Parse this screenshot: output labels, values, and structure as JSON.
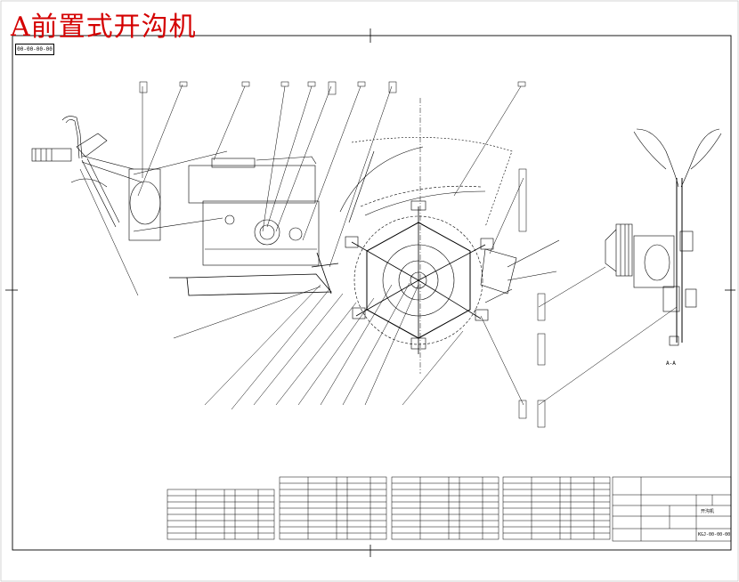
{
  "title": "A前置式开沟机",
  "drawing_code": "00-00-00-00",
  "section_label": "A-A",
  "title_block": {
    "part_name": "开沟机",
    "drawing_no": "KGJ-00-00-00"
  },
  "colors": {
    "title": "#d40000",
    "lines": "#000000",
    "background": "#ffffff"
  }
}
